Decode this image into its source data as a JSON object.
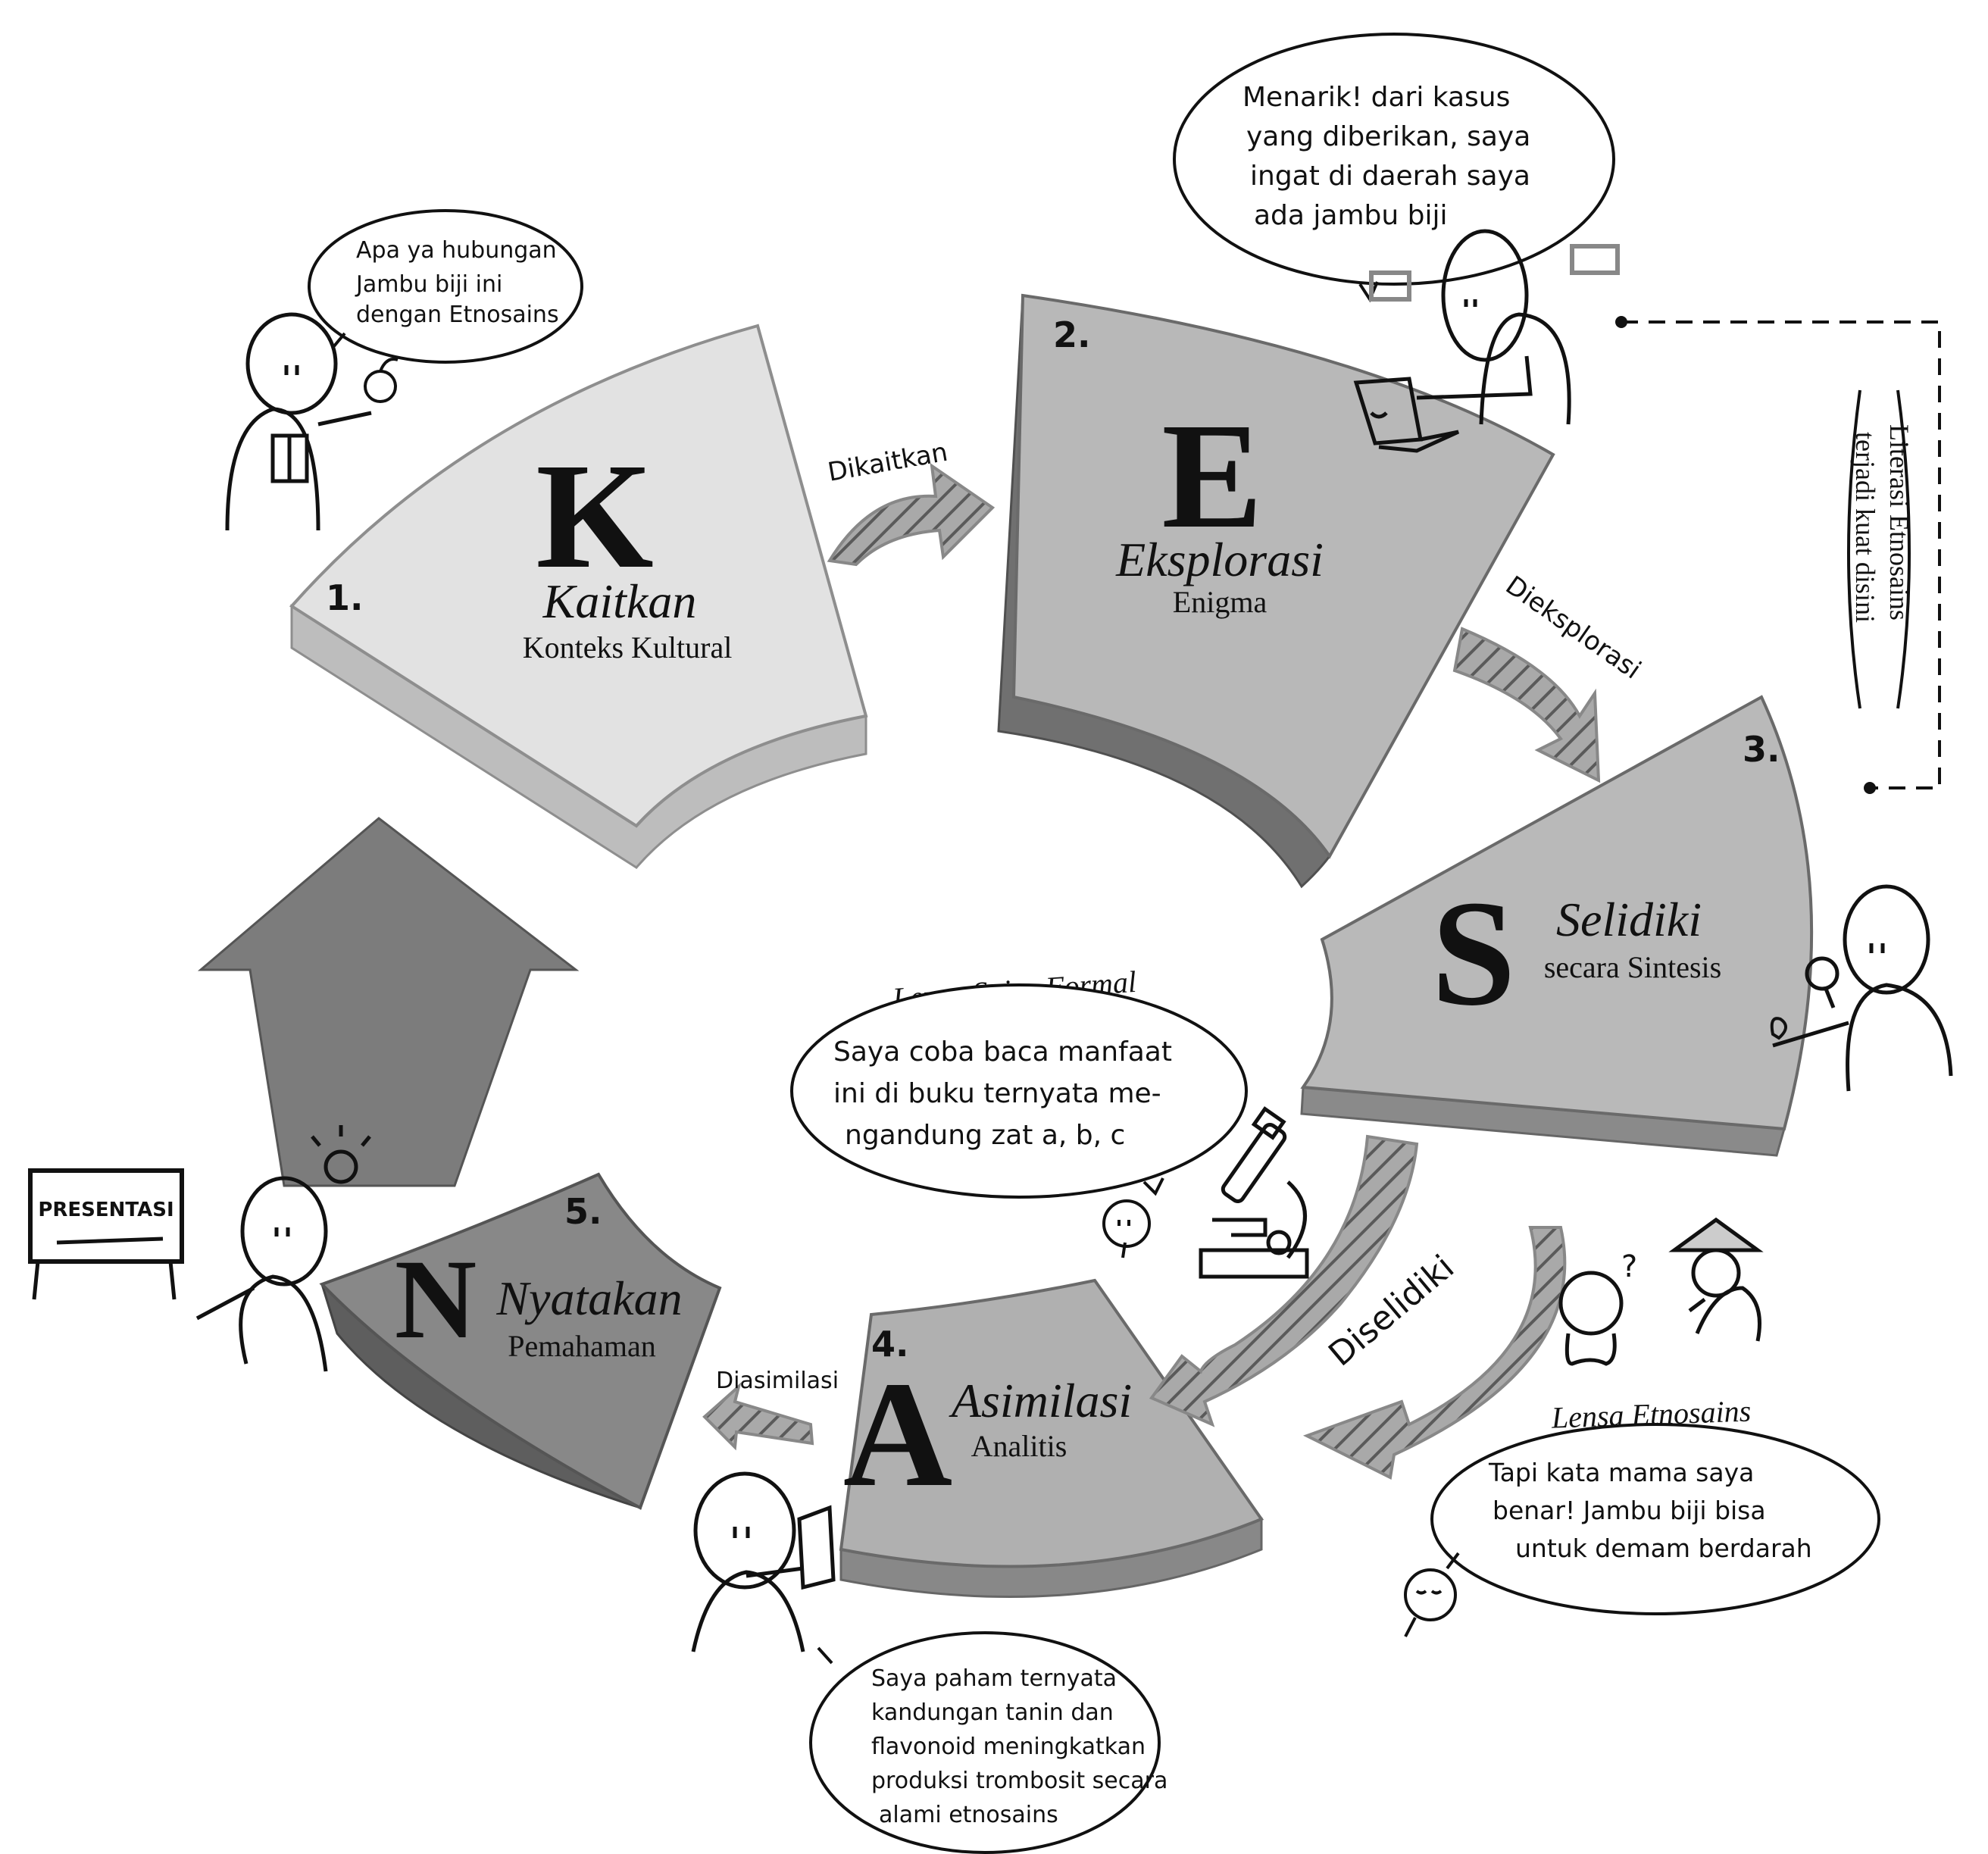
{
  "steps": [
    {
      "number": "1.",
      "letter": "K",
      "title": "Kaitkan",
      "subtitle": "Konteks Kultural"
    },
    {
      "number": "2.",
      "letter": "E",
      "title": "Eksplorasi",
      "subtitle": "Enigma"
    },
    {
      "number": "3.",
      "letter": "S",
      "title": "Selidiki",
      "subtitle": "secara Sintesis"
    },
    {
      "number": "4.",
      "letter": "A",
      "title": "Asimilasi",
      "subtitle": "Analitis"
    },
    {
      "number": "5.",
      "letter": "N",
      "title": "Nyatakan",
      "subtitle": "Pemahaman"
    }
  ],
  "arrows": {
    "dikaitkan": "Dikaitkan",
    "dieksplorasi": "Dieksplorasi",
    "diselidiki": "Diselidiki",
    "diasimilasi": "Diasimilasi"
  },
  "lenses": {
    "formal": "Lensa Sains Formal",
    "etno": "Lensa Etnosains"
  },
  "side_note": {
    "line1": "Literasi Etnosains",
    "line2": "terjadi kuat disini"
  },
  "bubbles": {
    "b1": [
      "Apa ya hubungan",
      "Jambu biji ini",
      "dengan Etnosains"
    ],
    "b2": [
      "Menarik! dari kasus",
      "yang diberikan, saya",
      "ingat di daerah saya",
      "ada jambu biji"
    ],
    "b3": [
      "Saya coba baca manfaat",
      "ini di buku ternyata me-",
      "ngandung zat  a, b, c"
    ],
    "b4": [
      "Tapi kata mama saya",
      "benar! Jambu biji bisa",
      "untuk demam berdarah"
    ],
    "b5": [
      "Saya paham ternyata",
      "kandungan tanin dan",
      "flavonoid meningkatkan",
      "produksi trombosit secara",
      "alami etnosains"
    ]
  },
  "board": {
    "label": "PRESENTASI"
  },
  "colors": {
    "k_face": "#e2e2e2",
    "k_side": "#bdbdbd",
    "e_face": "#b8b8b8",
    "e_side": "#707070",
    "s_face": "#b9b9b9",
    "s_side": "#8a8a8a",
    "a_face": "#b0b0b0",
    "a_side": "#888888",
    "n_face": "#888888",
    "n_side": "#5e5e5e",
    "house": "#7c7c7c",
    "arrow": "#a6a6a6",
    "ink": "#111111"
  }
}
